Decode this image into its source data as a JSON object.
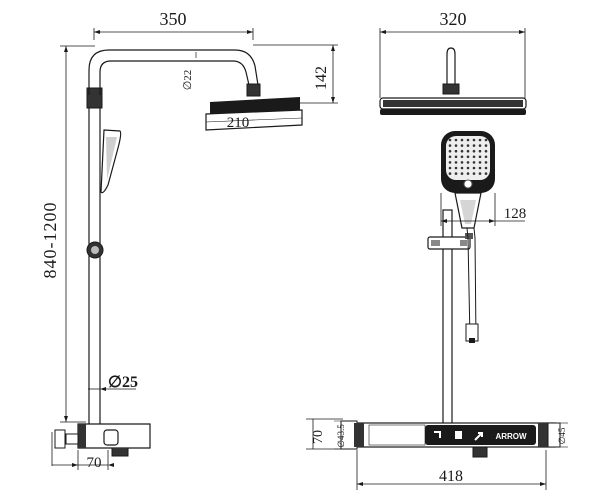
{
  "dimensions": {
    "side_width": "350",
    "front_width": "320",
    "height_range": "840-1200",
    "arm_drop": "142",
    "arm_diameter": "∅22",
    "head_width": "210",
    "pipe_diameter": "∅25",
    "base_offset": "70",
    "hand_shower_width": "128",
    "panel_height": "70",
    "left_diameter": "∅43.5",
    "right_diameter": "∅45",
    "panel_width": "418"
  },
  "panel": {
    "brand": "ARROW"
  },
  "icons": {
    "handheld_button": "hand-shower-glyph",
    "overhead_button": "square-glyph",
    "spout_button": "arrow-glyph"
  }
}
